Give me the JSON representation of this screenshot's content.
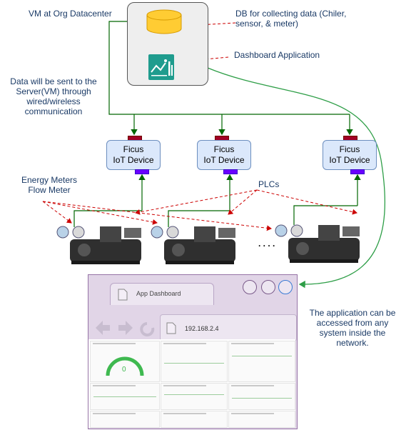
{
  "labels": {
    "vm": "VM at Org Datacenter",
    "db": "DB for collecting data (Chiler, sensor, & meter)",
    "dashboard_app": "Dashboard Application",
    "data_sent": "Data will be sent to the Server(VM) through wired/wireless communication",
    "energy_meters": "Energy Meters\nFlow Meter",
    "plcs": "PLCs",
    "dots": ". . . .",
    "access": "The application can be accessed from any system inside the network."
  },
  "iot_devices": [
    {
      "line1": "Ficus",
      "line2": "IoT Device"
    },
    {
      "line1": "Ficus",
      "line2": "IoT Device"
    },
    {
      "line1": "Ficus",
      "line2": "IoT Device"
    }
  ],
  "app_window": {
    "tab_label": "App Dashboard",
    "address": "192.168.2.4",
    "gauge_value": "0"
  },
  "colors": {
    "db": "#ffcc33",
    "dashboard_icon": "#1f9c8e",
    "arrow_red": "#cc0000",
    "wire_green": "#006600",
    "cloud_link": "#2e9e47",
    "iot_fill": "#dbe8fb"
  }
}
